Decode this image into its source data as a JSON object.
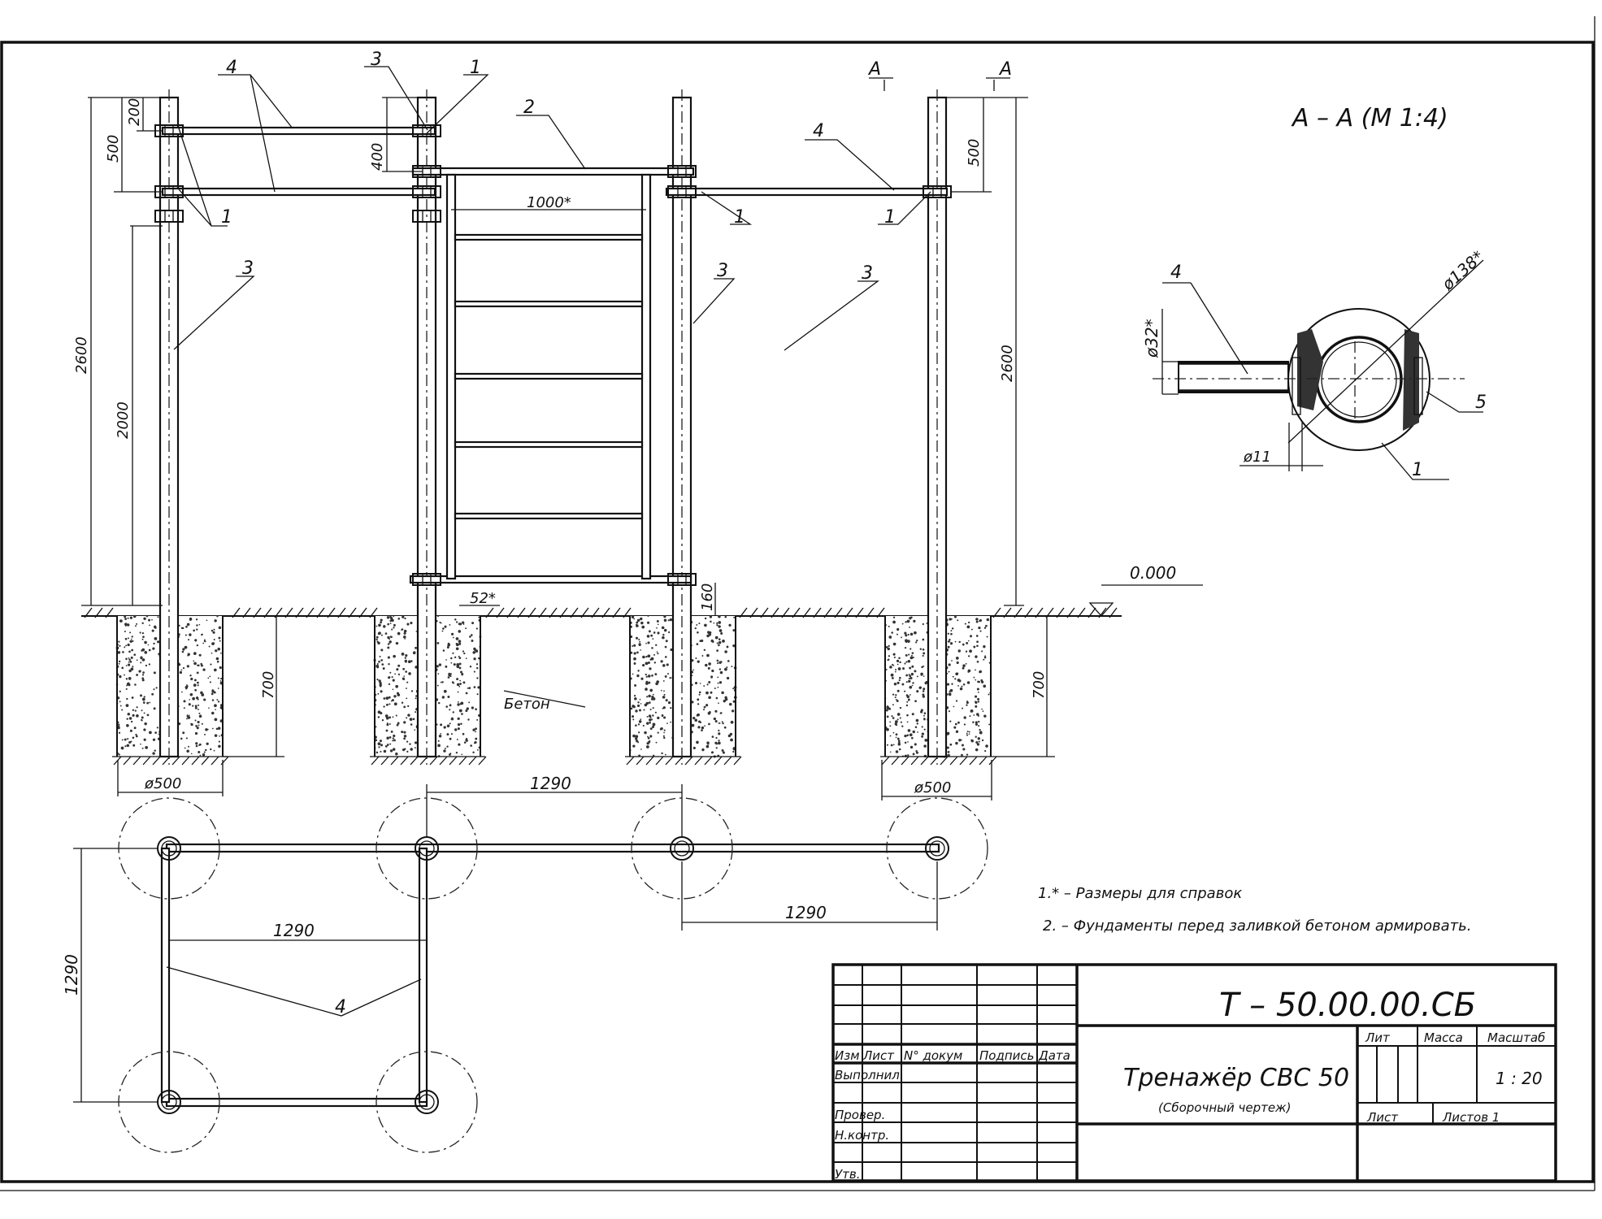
{
  "section": {
    "title": "A – A (M 1:4)",
    "marker_left": "A",
    "marker_right": "A"
  },
  "elevation": {
    "callouts": {
      "p4a": "4",
      "p3a": "3",
      "p1a": "1",
      "p2": "2",
      "p4b": "4",
      "p1b": "1",
      "p1c": "1",
      "p1d": "1",
      "p3b": "3",
      "p3c": "3",
      "p3d": "3"
    },
    "dims": {
      "h2600_left": "2600",
      "h2000": "2000",
      "h500_left": "500",
      "h200": "200",
      "h400": "400",
      "h2600_right": "2600",
      "h500_right": "500",
      "d700_left": "700",
      "d700_right": "700",
      "w1000": "1000*",
      "w52": "52*",
      "h160": "160",
      "dia500_left": "ø500",
      "dia500_right": "ø500"
    },
    "level": "0.000",
    "concrete_label": "Бетон"
  },
  "plan": {
    "dim_top": "1290",
    "dim_right": "1290",
    "dim_inner": "1290",
    "dim_vertical": "1290",
    "callout": "4"
  },
  "detail": {
    "dia138": "ø138*",
    "dia32": "ø32*",
    "dia11": "ø11",
    "c4": "4",
    "c5": "5",
    "c1": "1"
  },
  "notes": [
    "1.* – Размеры для справок",
    "2. – Фундаменты перед заливкой бетоном армировать."
  ],
  "title_block": {
    "designation": "Т – 50.00.00.СБ",
    "name": "Тренажёр СВС 50",
    "subtitle": "(Сборочный чертеж)",
    "headers": {
      "izm": "Изм",
      "list": "Лист",
      "doc": "N° докум",
      "sign": "Подпись",
      "date": "Дата"
    },
    "roles": {
      "made": "Выполнил",
      "check": "Провер.",
      "norm": "Н.контр.",
      "approve": "Утв."
    },
    "lit": "Лит",
    "mass": "Масса",
    "scale_label": "Масштаб",
    "scale": "1 : 20",
    "sheet": "Лист",
    "sheets": "Листов 1"
  }
}
